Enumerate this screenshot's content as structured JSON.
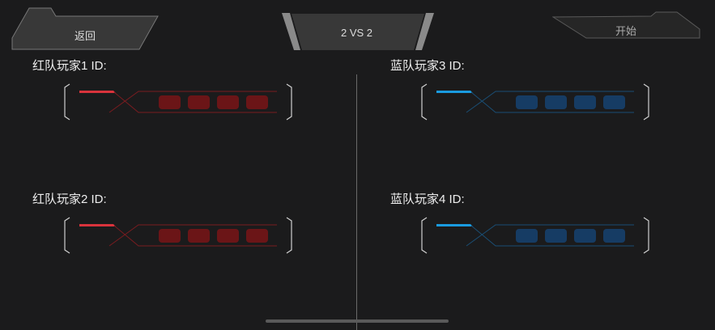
{
  "header": {
    "back_label": "返回",
    "mode_label": "2 VS 2",
    "start_label": "开始"
  },
  "players": [
    {
      "label": "红队玩家1 ID:",
      "team": "red",
      "id_digits": [
        "",
        "",
        "",
        ""
      ]
    },
    {
      "label": "红队玩家2 ID:",
      "team": "red",
      "id_digits": [
        "",
        "",
        "",
        ""
      ]
    },
    {
      "label": "蓝队玩家3 ID:",
      "team": "blue",
      "id_digits": [
        "",
        "",
        "",
        ""
      ]
    },
    {
      "label": "蓝队玩家4 ID:",
      "team": "blue",
      "id_digits": [
        "",
        "",
        "",
        ""
      ]
    }
  ],
  "colors": {
    "red_accent": "#d9333c",
    "red_line": "#7a1c20",
    "red_box": "#6b1517",
    "blue_accent": "#1a9be0",
    "blue_line": "#1a4e74",
    "blue_box": "#163c64"
  }
}
